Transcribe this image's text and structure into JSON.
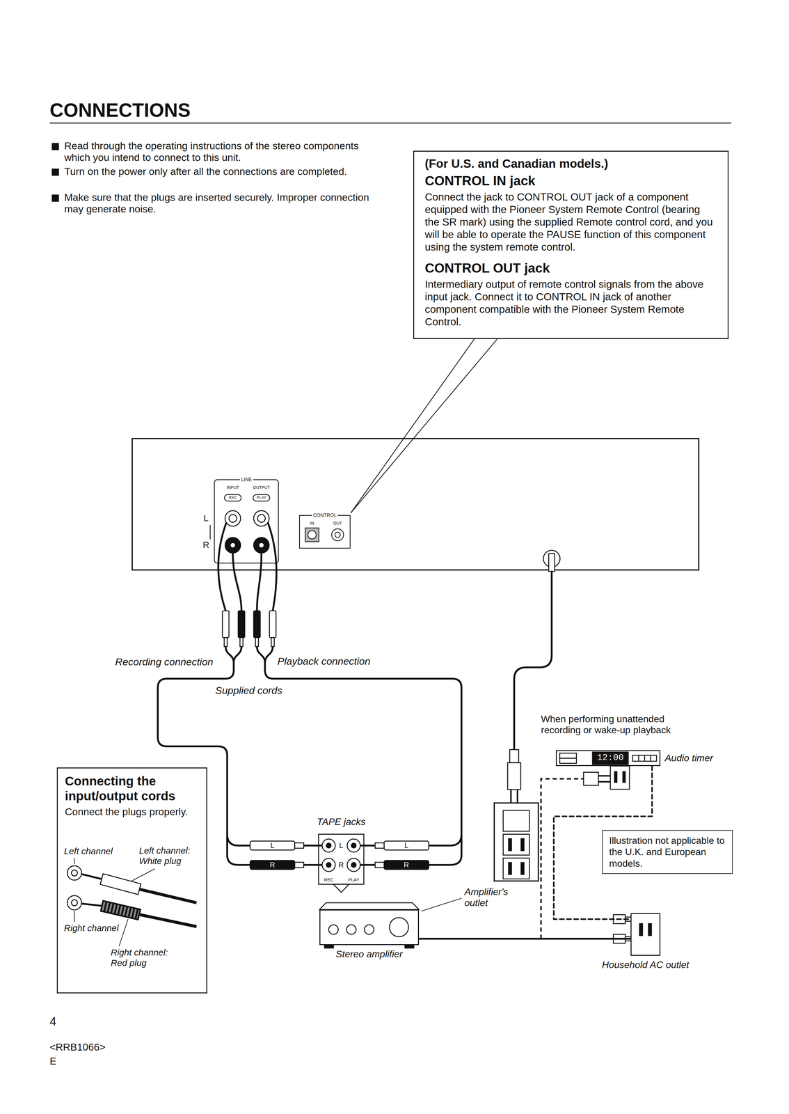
{
  "diagram": {
    "title": "CONNECTIONS",
    "nodes": [
      {
        "text": [
          "(For U.S. and Canadian models.)",
          "CONTROL IN jack",
          "Connect the jack to CONTROL OUT jack of a component equipped with the Pioneer System Remote Control (bearing the SR mark) using the supplied Remote control cord, and you will be able to operate the PAUSE function of this component using the system remote control.",
          "CONTROL OUT jack",
          "Intermediary output of remote control signals from the above input jack. Connect it to CONTROL IN jack of another component compatible with the Pioneer System Remote Control."
        ]
      },
      {
        "text": [
          "Connecting the input/output cords",
          "Connect the plugs properly."
        ]
      },
      {
        "text": [
          "Audio timer"
        ]
      },
      {
        "text": [
          "Stereo amplifier"
        ]
      },
      {
        "text": [
          "Household AC outlet"
        ]
      },
      {
        "text": [
          "Illustration not applicable to the U.K. and European models."
        ]
      }
    ],
    "edges": [
      {
        "from": 3,
        "to": 4,
        "arrow": "none"
      },
      {
        "from": 2,
        "to": 4,
        "arrow": "none"
      }
    ],
    "labels": [
      "Read through the operating instructions of the stereo components which you intend to connect to this unit.",
      "Turn on the power only after all the connections are completed.",
      "Make sure that the plugs are inserted securely. Improper connection may generate noise.",
      "LINE",
      "INPUT",
      "REC",
      "OUTPUT",
      "PLAY",
      "L",
      "R",
      "CONTROL",
      "IN",
      "OUT",
      "Recording connection",
      "Playback connection",
      "Supplied cords",
      "When performing unattended recording or wake-up playback",
      "TAPE jacks",
      "L",
      "R",
      "REC",
      "PLAY",
      "L",
      "R",
      "L",
      "R",
      "Amplifier's outlet",
      "Left channel",
      "Left channel: White plug",
      "Right channel",
      "Right channel: Red plug",
      "4",
      "<RRB1066>",
      "E",
      "12:00"
    ]
  }
}
